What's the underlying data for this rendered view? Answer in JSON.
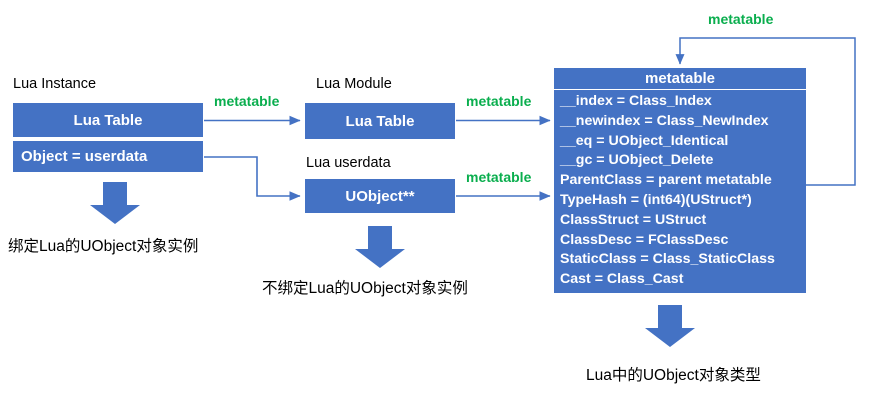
{
  "diagram": {
    "title_note": "Lua UObject binding metatable diagram",
    "colors": {
      "box_fill": "#4472C4",
      "edge_label": "#0AAE4E",
      "arrow": "#4472C4",
      "text_on_box": "#FFFFFF",
      "text_plain": "#000000"
    }
  },
  "captions": {
    "lua_instance": "Lua Instance",
    "lua_module": "Lua Module",
    "lua_userdata": "Lua userdata"
  },
  "nodes": {
    "lua_instance": {
      "row1": "Lua Table",
      "row2": "Object = userdata"
    },
    "lua_module_table": "Lua Table",
    "lua_userdata_obj": "UObject**",
    "metatable": {
      "header": "metatable",
      "rows": [
        "__index = Class_Index",
        "__newindex = Class_NewIndex",
        "__eq = UObject_Identical",
        "__gc = UObject_Delete",
        "ParentClass = parent metatable",
        "TypeHash = (int64)(UStruct*)",
        "ClassStruct  = UStruct",
        "ClassDesc = FClassDesc",
        "StaticClass = Class_StaticClass",
        "Cast = Class_Cast"
      ]
    }
  },
  "edge_labels": {
    "instance_to_module": "metatable",
    "module_to_metatable": "metatable",
    "userdata_to_metatable": "metatable",
    "metatable_self": "metatable"
  },
  "annotations": {
    "bound_instance": "绑定Lua的UObject对象实例",
    "unbound_instance": "不绑定Lua的UObject对象实例",
    "uobject_type": "Lua中的UObject对象类型"
  }
}
